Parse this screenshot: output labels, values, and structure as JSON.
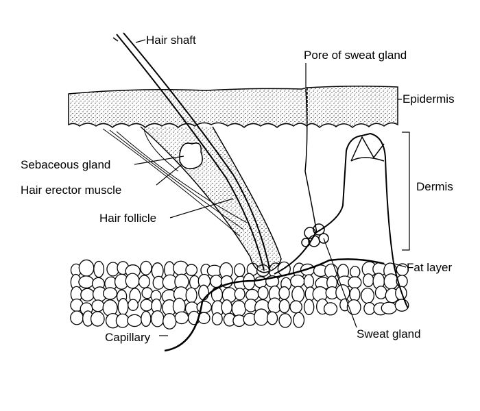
{
  "title": "Cross-section of skin",
  "labels": {
    "hair_shaft": "Hair shaft",
    "pore": "Pore of sweat gland",
    "epidermis": "Epidermis",
    "dermis": "Dermis",
    "sebaceous": "Sebaceous gland",
    "erector": "Hair erector muscle",
    "follicle": "Hair follicle",
    "fat": "Fat layer",
    "sweat_gland": "Sweat gland",
    "capillary": "Capillary"
  }
}
